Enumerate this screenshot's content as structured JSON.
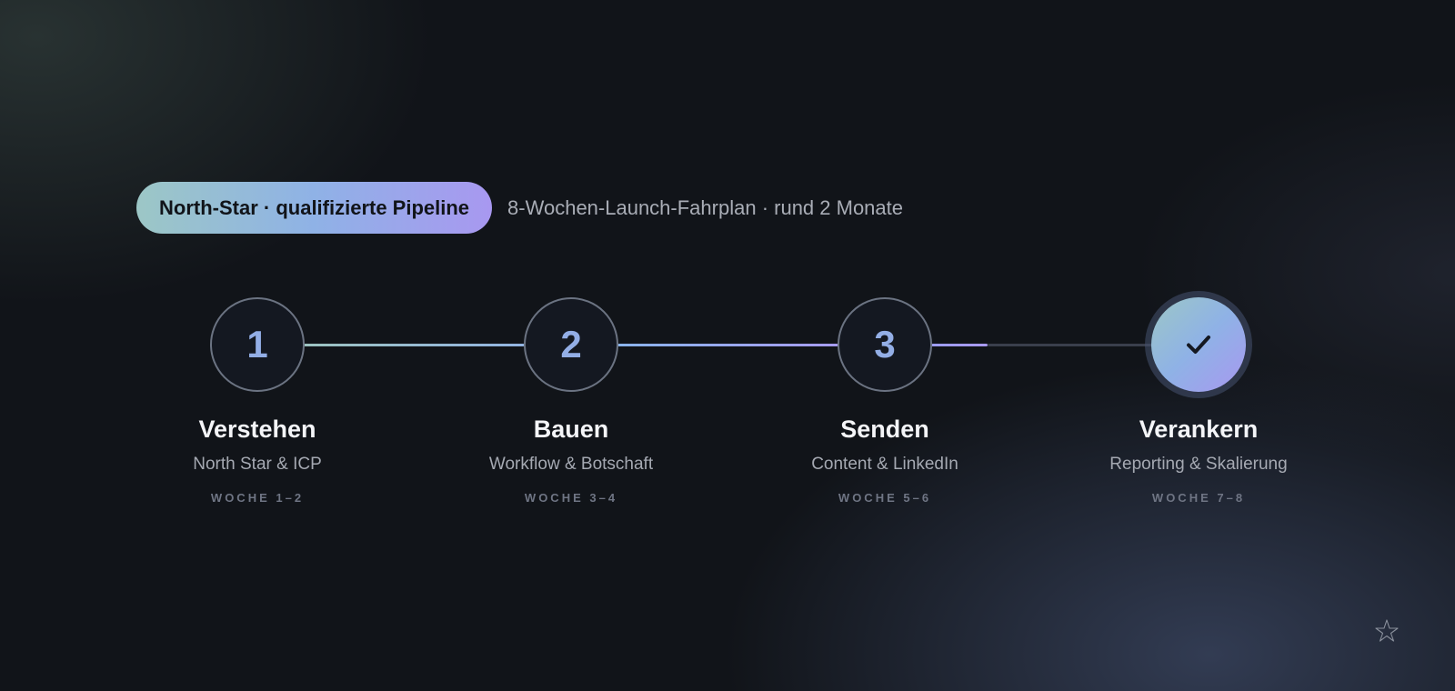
{
  "header": {
    "pill_label": "North-Star · qualifizierte Pipeline",
    "subtitle": "8-Wochen-Launch-Fahrplan · rund 2 Monate"
  },
  "steps": [
    {
      "marker": "1",
      "title": "Verstehen",
      "subtitle": "North Star & ICP",
      "week": "WOCHE 1–2",
      "status": "open"
    },
    {
      "marker": "2",
      "title": "Bauen",
      "subtitle": "Workflow & Botschaft",
      "week": "WOCHE 3–4",
      "status": "open"
    },
    {
      "marker": "3",
      "title": "Senden",
      "subtitle": "Content & LinkedIn",
      "week": "WOCHE 5–6",
      "status": "open"
    },
    {
      "marker": "check-icon",
      "title": "Verankern",
      "subtitle": "Reporting & Skalierung",
      "week": "WOCHE 7–8",
      "status": "done"
    }
  ],
  "colors": {
    "background": "#111419",
    "accent_start": "#9cc7c6",
    "accent_mid": "#8fb2e6",
    "accent_end": "#a898f0",
    "inactive_track": "#3a3f4c"
  },
  "icons": {
    "final_step": "check-icon",
    "corner_logo": "star-logo-icon"
  }
}
